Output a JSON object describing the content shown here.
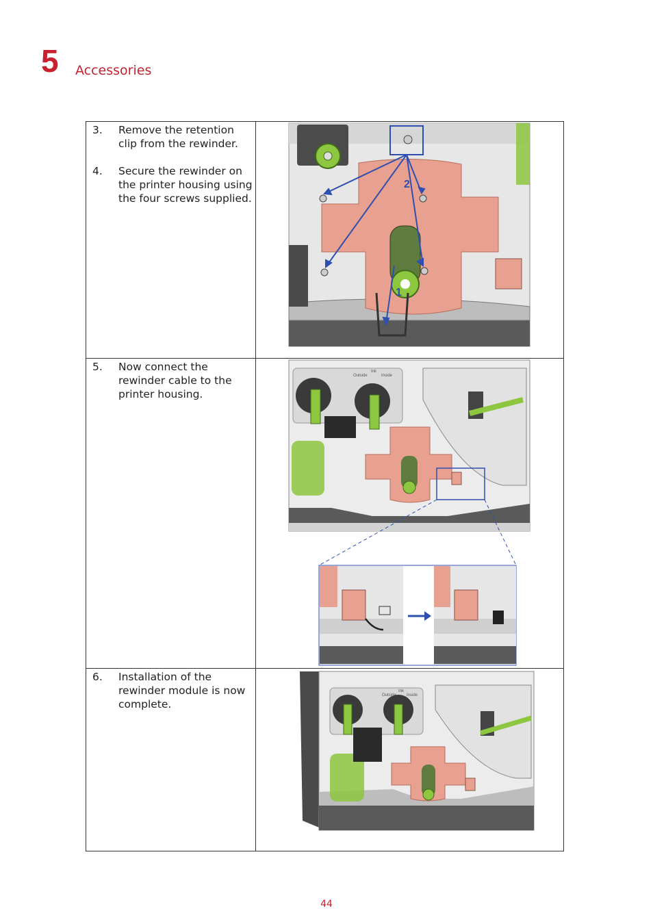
{
  "header": {
    "chapter_number": "5",
    "chapter_title": "Accessories"
  },
  "steps": [
    {
      "number": "3.",
      "text": "Remove the retention clip from the rewinder."
    },
    {
      "number": "4.",
      "text": "Secure the rewinder on the printer housing using the four screws supplied."
    },
    {
      "number": "5.",
      "text": "Now connect the rewinder cable to the printer housing."
    },
    {
      "number": "6.",
      "text": "Installation of the rewinder module is now complete."
    }
  ],
  "figures": {
    "fig1": {
      "callout_1": "1",
      "callout_2": "2"
    },
    "fig2": {
      "label_outside": "Outside",
      "label_ink": "Ink",
      "label_inside": "Inside"
    },
    "fig3": {
      "label_outside": "Outside",
      "label_ink": "Ink",
      "label_inside": "Inside"
    }
  },
  "colors": {
    "brand_red": "#c8202f",
    "callout_blue": "#2e4fb0",
    "part_salmon": "#e8a090",
    "roller_green": "#8dc63f"
  },
  "footer": {
    "page_number": "44"
  }
}
